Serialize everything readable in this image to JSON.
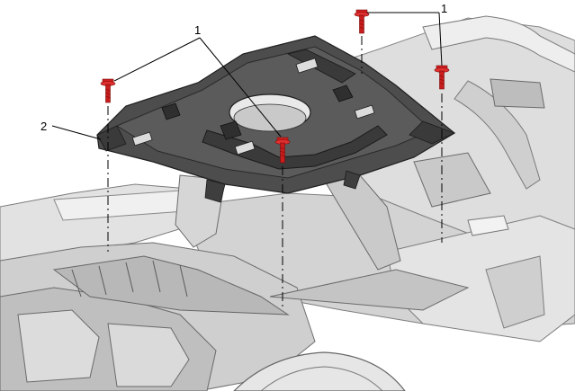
{
  "callouts": [
    {
      "id": "1"
    },
    {
      "id": "1"
    },
    {
      "id": "2"
    }
  ],
  "colors": {
    "bolt": "#d11f1f",
    "bracket": "#4a4a4a",
    "bracket_dark": "#2f2f2f",
    "dash_body": "#d9d9d9",
    "dash_shadow": "#a9a9a9",
    "leader": "#000000"
  },
  "icons": [
    "bolt-icon",
    "bracket-icon",
    "instrument-panel-icon"
  ]
}
